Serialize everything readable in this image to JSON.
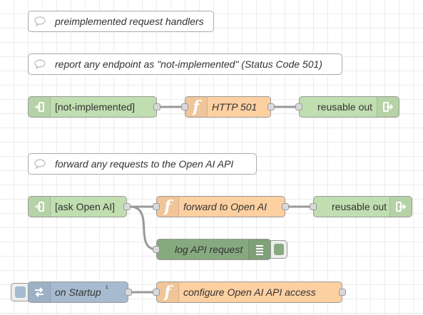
{
  "comments": {
    "c1": "preimplemented request handlers",
    "c2": "report any endpoint as \"not-implemented\" (Status Code 501)",
    "c3": "forward any requests to the Open AI API"
  },
  "nodes": {
    "not_implemented_in": "[not-implemented]",
    "http501": "HTTP 501",
    "reusable_out_1": "reusable out",
    "ask_openai_in": "[ask Open AI]",
    "forward_openai": "forward to Open AI",
    "reusable_out_2": "reusable out",
    "log_api_request": "log API request",
    "on_startup": "on Startup",
    "on_startup_badge": "¹",
    "configure_openai": "configure Open AI API access"
  },
  "colors": {
    "link_node": "#c0deb0",
    "function_node": "#fdd0a2",
    "debug_node": "#87a980",
    "inject_node": "#a6bbcf",
    "comment_node": "#ffffff",
    "grid_line": "#ececec",
    "wire": "#999999"
  },
  "icons": {
    "link_in": "link-in-icon",
    "link_out": "link-out-icon",
    "function": "function-icon",
    "debug": "debug-list-icon",
    "inject": "inject-arrows-icon",
    "comment": "comment-bubble-icon"
  }
}
